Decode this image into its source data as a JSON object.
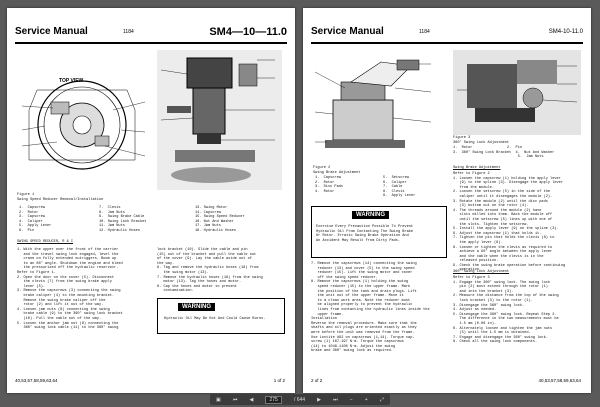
{
  "left_page": {
    "title": "Service Manual",
    "page_number": "1184",
    "code": "SM4—10—11.0",
    "top_view_label": "TOP VIEW",
    "figure_caption": "Figure 1\nSwing Speed Reducer Removal/Installation",
    "legend_col1": "1.  Capscrew\n2.  Rotor\n3.  Capscrew\n4.  Caliper\n5.  Apply Lever\n6.  Pin",
    "legend_col2": "7.  Clevis\n8.  Jam Nuts\n9.  Swing Brake Cable\n10. Swing Lock Bracket\n11. Jam Nuts\n12. Hydraulic Hoses",
    "legend_col3": "13. Swing Motor\n14. Capscrew\n15. Swing Speed Reducer\n16. Nut And Washer\n17. Jam Nuts\n18. Hydraulic Hoses",
    "section_heading": "SWING SPEED REDUCER, R & I",
    "body_left": "1. With the upper over the front of the carrier\n   and the travel swing lock engaged, level the\n   crane on fully extended outriggers. Boom up\n   to an 80° angle. Shutdown the engine and bleed\n   the pressurized off the hydraulic reservoir.\nRefer to Figure 1.\n2. Open the door on the cover (5). Disconnect\n   the clevis (7) from the swing brake apply\n   lever (5).\n3. Remove the capscrews (3) connecting the swing\n   brake caliper (4) to the mounting bracket.\n   Remove the swing brake caliper off the\n   rotor (2) and lift it out of the way.\n4. Loosen jam nuts (8) connecting the swing\n   brake cable (9) to the 360° swing lock bracket\n   (10). Pull the cable out of the way.\n5. Loosen the anchor jam nut (8) connecting the\n   360° swing lock cable (11) to the 360° swing",
    "body_right": "lock bracket (10). Slide the cable and pin\n(15) out of the bracket and pull the cable out\nof the cover (9). Lay the cable aside out of\nthe way.\n6. Tag and remove the hydraulic hoses (18) from\n   the swing motor (13).\n7. Remove the hydraulic hoses (18) from the swing\n   motor (13). Tag the hoses and motor.\n8. Cap the hoses and motor to prevent\n   contamination.",
    "warning_label": "WARNING",
    "warning_text": "Hydraulic Oil May Be Hot And Could Cause Burns.",
    "footer_codes": "40,53,57,58,59,63,64",
    "footer_page": "1 of 2"
  },
  "right_page": {
    "title": "Service Manual",
    "page_number": "1184",
    "code": "SM4-10-11.0",
    "figure2_caption": "Figure 2\nSwing Brake Adjustment",
    "fig2_legend_a": "1.  Capscrew\n2.  Rotor\n3.  Disc Pads\n4.  Rotor",
    "fig2_legend_b": "5.  Setscrew\n6.  Caliper\n7.  Cable\n8.  Clevis\n9.  Apply Lever",
    "figure3_caption": "Figure 3\n360° Swing Lock Adjustment",
    "fig3_legend": "1.  Rotor                2.  Pin\n3.  360° Swing Lock Bracket  4.  Nut And Washer\n                              5.  Jam Nuts",
    "warning_label": "WARNING",
    "warning_text": "Exercise Every Precaution Possible To Prevent\nHydraulic Oil From Contacting The Swing Brake\nOr Rotor. Erratic Swing Brake Operation And\nAn Accident May Result From Dirty Pads.",
    "body_left": "7. Remove the capscrews (14) connecting the swing\n   reducer (13) and cover (5) to the swing speed\n   reducer (15). Lift the swing motor and cover\n   off the swing speed reducer.\n8. Remove the capscrews (1) holding the swing\n   speed reducer (15) to the upper frame. Mark\n   the position of the tank and drain plugs. Lift\n   the unit out of the upper frame. Move it\n   to a clean work area. Note the reducer must\n   be aligned properly to prevent the hydraulic\n   lines from contacting the hydraulic lines inside the\n   upper frame.\nInstallation\nReverse the removal procedure. Make sure that the\nshafts and oil plugs are oriented exactly as they\nwere before the unit was removed from the frame.\nUse Loctite #92 on capscrews (1,14). Torque cap-\nscrew (1) 167-197 N·m. Torque the capscrews\n(14) to 1048-1108 N·m. Adjust the swing\nbrake and 360° swing lock as required.",
    "adj_heading": "Swing Brake Adjustment",
    "adj_text": "Refer to Figure 2\n1. Loosen the capscrew (1) holding the apply lever\n   (9) to the spline (3). Disengage the apply lever\n   from the module.\n2. Loosen the setscrew (5) in the side of the\n   caliper until it disengages the module (2).\n3. Rotate the module (2) until the disc pads\n   (3) bottom out on the rotor (4).\n4. The threads around the module (2) have\n   slots milled into them. Back the module off\n   until the setscrew (5) lines up with one of\n   the slots. Tighten the setscrew.\n5. Install the apply lever (9) on the spline (3).\n6. Adjust the capscrew (1) that holds it.\n7. Tighten the pin that holds the clevis (8) to\n   the apply lever (9).\n8. Loosen or tighten the clevis as required to\n   achieve a 90° angle between the apply lever\n   and the cable when the clevis is in the\n   released position.\n9. Check the swing brake operation before continuing\n   operation.",
    "lock_heading": "360° Swing Lock Adjustment",
    "lock_text": "Refer to Figure 3\n1. Engage the 360° swing lock. The swing lock\n   pin (2) must extend through the rotor (1)\n   and into the bracket (3).\n2. Measure the distance from the top of the swing\n   lock bracket (3) to the rotor (1).\n3. Disengage the 360° swing lock.\n4. Adjust as needed.\n5. Disengage the 360° swing lock. Repeat Step 2.\n   The difference in the two measurements must be\n   1.5 mm (0.06 in).\n6. Alternately loosen and tighten the jam nuts\n   (5) until the 1.5 mm is obtained.\n7. Engage and disengage the 360° swing lock.\n8. Check all the swing lock components.",
    "footer_codes": "40,53,57,58,59,63,64",
    "footer_page": "2 of 2"
  },
  "toolbar": {
    "current_page": "275",
    "total_pages": "/ 644"
  }
}
